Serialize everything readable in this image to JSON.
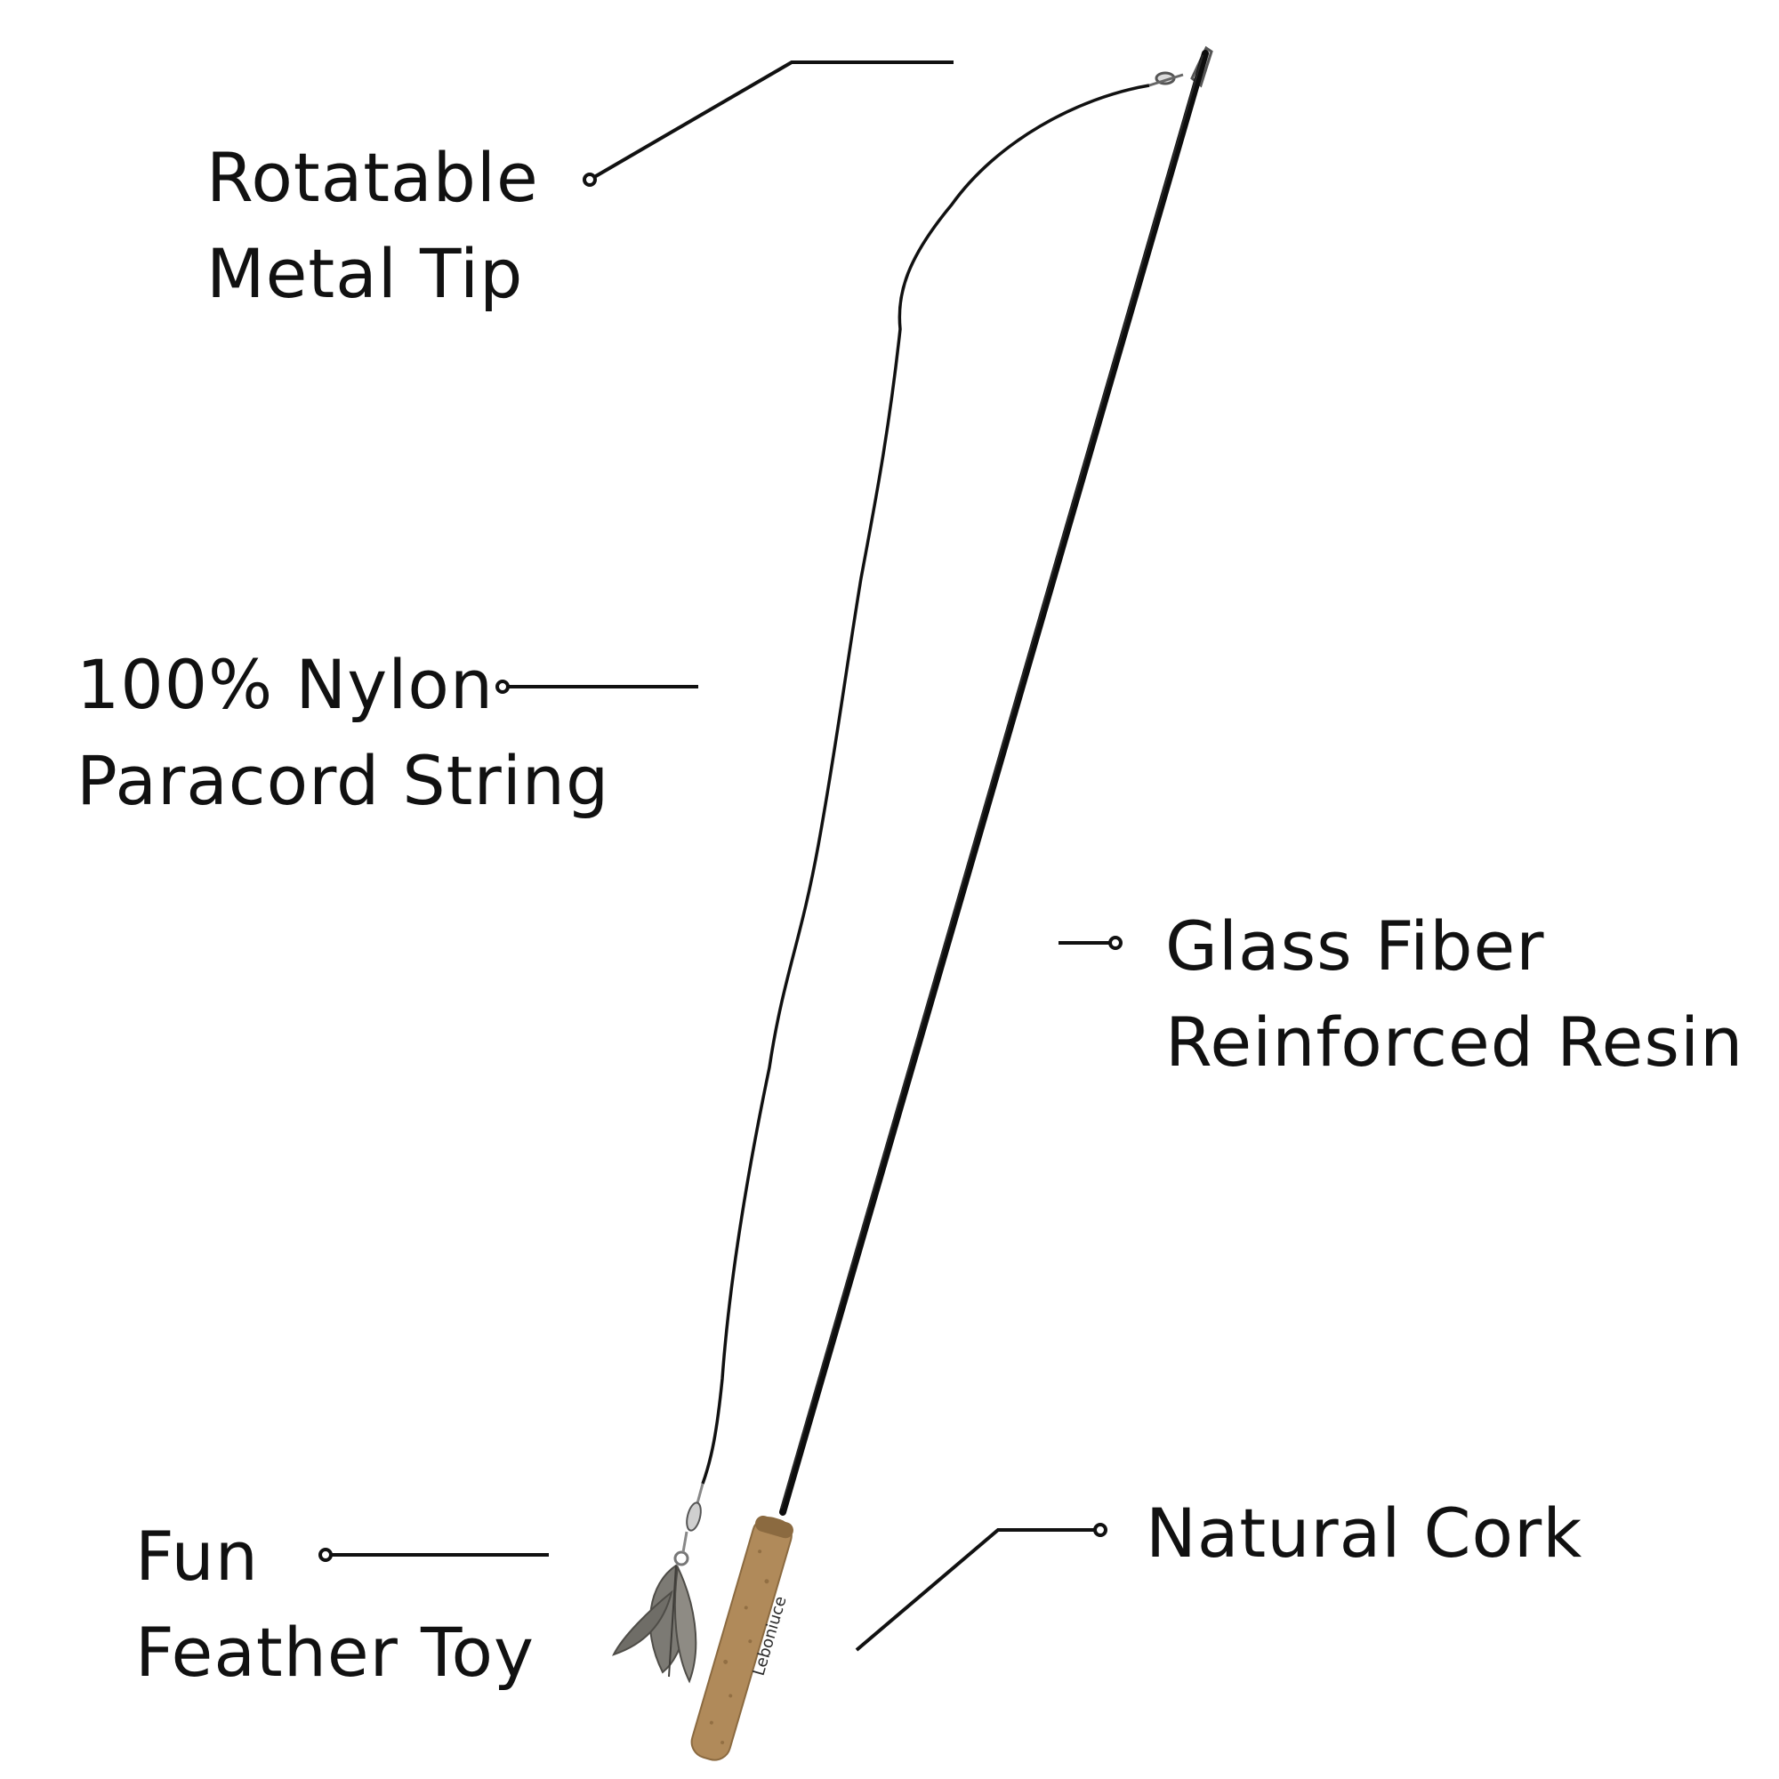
{
  "callouts": {
    "metal_tip": {
      "line1": "Rotatable",
      "line2": "Metal Tip"
    },
    "string": {
      "line1": "100% Nylon",
      "line2": "Paracord String"
    },
    "rod": {
      "line1": "Glass Fiber",
      "line2": "Reinforced Resin"
    },
    "feather": {
      "line1": "Fun",
      "line2": "Feather Toy"
    },
    "handle": {
      "line1": "Natural Cork"
    }
  },
  "handle_brand_text": "Leboniuce",
  "colors": {
    "background": "#ffffff",
    "text": "#111111",
    "rod": "#0d0d0d",
    "cork": "#b08a5a",
    "feather": "#7c7a74"
  }
}
